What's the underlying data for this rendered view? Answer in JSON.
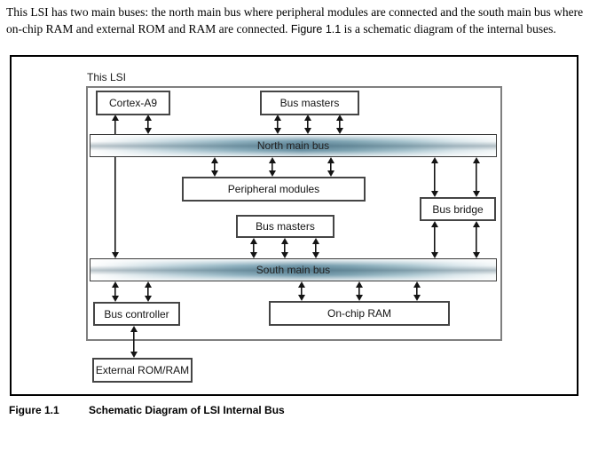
{
  "intro": {
    "line1": "This LSI has two main buses: the north main bus where peripheral modules are connected and the south main bus where",
    "line2_pre": "on-chip RAM and external ROM and RAM are connected. ",
    "line2_figref": "Figure 1.1",
    "line2_post": " is a schematic diagram of the internal buses."
  },
  "figure": {
    "chip_label": "This LSI",
    "nodes": {
      "cortex_a9": "Cortex-A9",
      "bus_masters_top": "Bus masters",
      "north_main_bus": "North main bus",
      "peripheral_modules": "Peripheral modules",
      "bus_bridge": "Bus bridge",
      "bus_masters_mid": "Bus masters",
      "south_main_bus": "South main bus",
      "bus_controller": "Bus controller",
      "on_chip_ram": "On-chip RAM",
      "external_rom_ram": "External ROM/RAM"
    },
    "caption_label": "Figure 1.1",
    "caption_title": "Schematic Diagram of LSI Internal Bus"
  },
  "colors": {
    "bus_core": "#6f96a8",
    "bus_light": "#d9e6eb",
    "box_border": "#454545",
    "boundary_border": "#7f7f7f",
    "frame_border": "#000000",
    "arrow": "#141414",
    "text": "#111111"
  }
}
